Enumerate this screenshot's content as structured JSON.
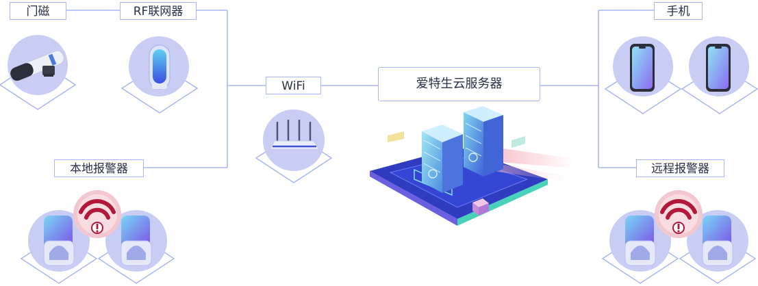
{
  "labels": {
    "door_sensor": "门磁",
    "rf_gateway": "RF联网器",
    "local_alarm": "本地报警器",
    "wifi": "WiFi",
    "cloud_server": "爱特生云服务器",
    "phone": "手机",
    "remote_alarm": "远程报警器"
  },
  "colors": {
    "line": "#a9b5f2",
    "disc": "#c9cdf3",
    "alarm_red": "#b3173a",
    "accent_blue": "#3e52d6"
  }
}
